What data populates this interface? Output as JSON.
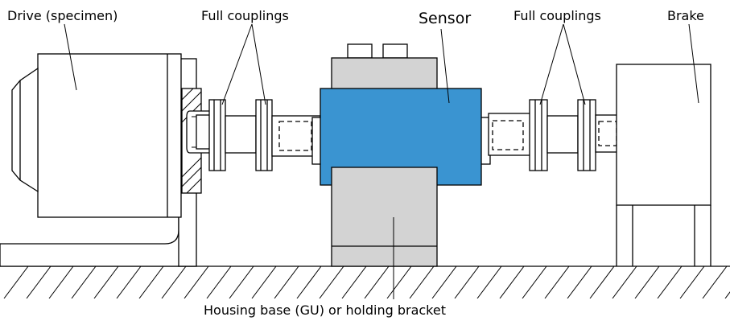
{
  "labels": {
    "drive": "Drive (specimen)",
    "couplings_left": "Full couplings",
    "sensor": "Sensor",
    "couplings_right": "Full couplings",
    "brake": "Brake",
    "housing": "Housing base (GU) or holding bracket"
  },
  "colors": {
    "sensor_fill": "#3a94d1",
    "part_fill": "#d3d3d3",
    "line": "#000000"
  }
}
